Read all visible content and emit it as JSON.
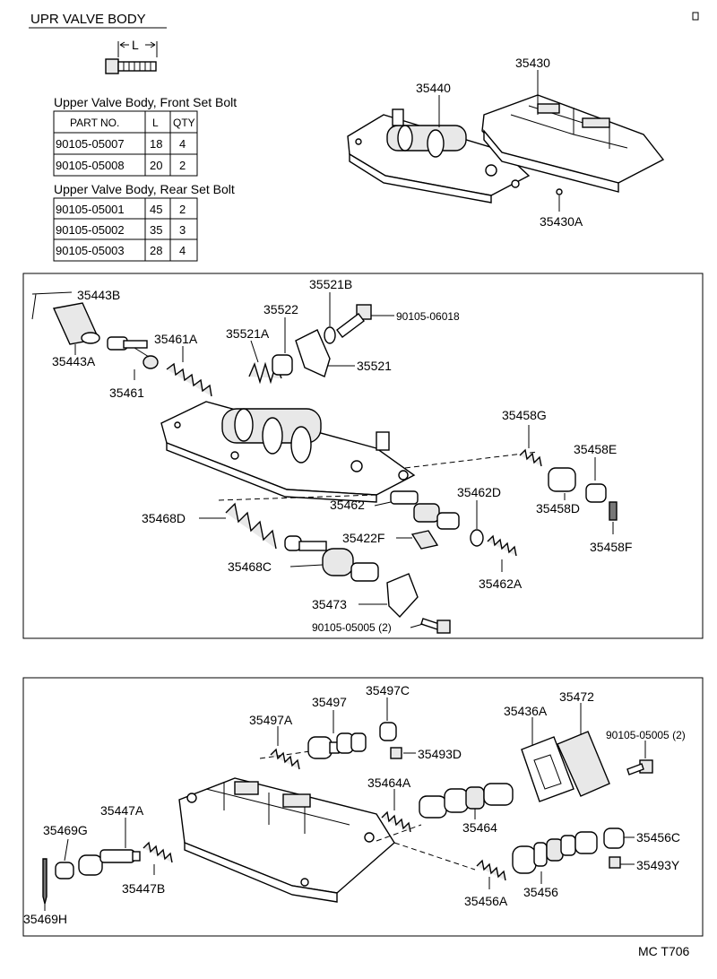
{
  "title": "UPR VALVE BODY",
  "dimension_label": "L",
  "tables": {
    "front": {
      "caption": "Upper Valve Body, Front Set Bolt",
      "headers": [
        "PART NO.",
        "L",
        "QTY"
      ],
      "rows": [
        [
          "90105-05007",
          "18",
          "4"
        ],
        [
          "90105-05008",
          "20",
          "2"
        ]
      ]
    },
    "rear": {
      "caption": "Upper Valve Body, Rear Set Bolt",
      "rows": [
        [
          "90105-05001",
          "45",
          "2"
        ],
        [
          "90105-05002",
          "35",
          "3"
        ],
        [
          "90105-05003",
          "28",
          "4"
        ]
      ]
    }
  },
  "labels": {
    "p35440": "35440",
    "p35430": "35430",
    "p35430A": "35430A",
    "p35443B": "35443B",
    "p35443A": "35443A",
    "p35461": "35461",
    "p35461A": "35461A",
    "p35521A": "35521A",
    "p35522": "35522",
    "p35521B": "35521B",
    "b90105_06018": "90105-06018",
    "p35521": "35521",
    "p35458G": "35458G",
    "p35458E": "35458E",
    "p35458D": "35458D",
    "p35458F": "35458F",
    "p35462": "35462",
    "p35462D": "35462D",
    "p35468D": "35468D",
    "p35422F": "35422F",
    "p35462A": "35462A",
    "p35468C": "35468C",
    "p35473": "35473",
    "b90105_05005a": "90105-05005 (2)",
    "p35497C": "35497C",
    "p35497": "35497",
    "p35497A": "35497A",
    "p35493D": "35493D",
    "p35436A": "35436A",
    "p35472": "35472",
    "b90105_05005b": "90105-05005 (2)",
    "p35464A": "35464A",
    "p35464": "35464",
    "p35456C": "35456C",
    "p35493Y": "35493Y",
    "p35456A": "35456A",
    "p35456": "35456",
    "p35447A": "35447A",
    "p35469G": "35469G",
    "p35447B": "35447B",
    "p35469H": "35469H"
  },
  "footer_code": "MC T706"
}
